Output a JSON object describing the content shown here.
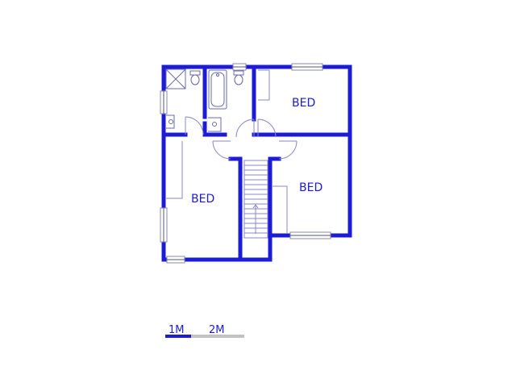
{
  "rooms": {
    "bed_top_right": "BED",
    "bed_middle_right": "BED",
    "bed_left": "BED"
  },
  "scale": {
    "mark_1": "1M",
    "mark_2": "2M"
  },
  "colors": {
    "wall": "#1c1cd6",
    "scale_primary": "#1c1cd6",
    "scale_secondary": "#c2c2c2"
  }
}
